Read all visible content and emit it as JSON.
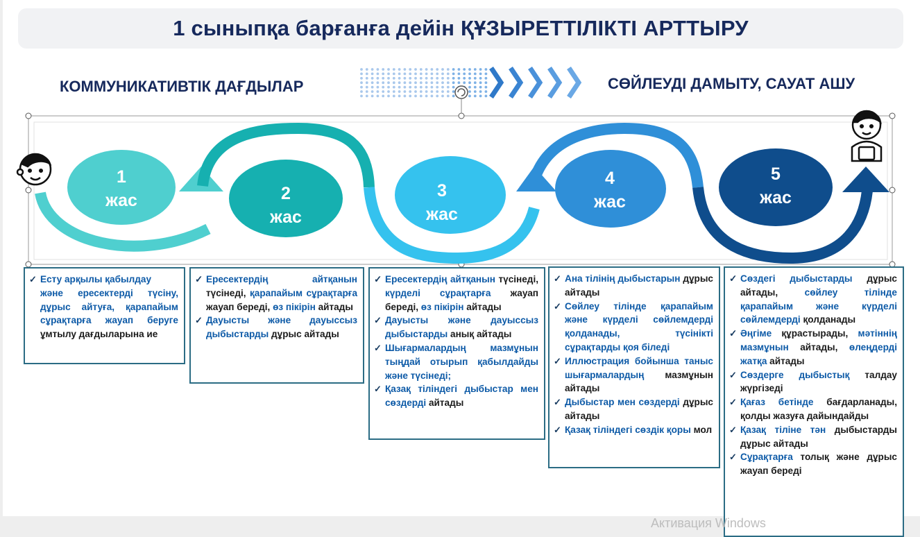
{
  "title": "1 сыныпқа барғанға дейін ҚҰЗЫРЕТТІЛІКТІ  АРТТЫРУ",
  "subheadings": {
    "left": "КОММУНИКАТИВТІК ДАҒДЫЛАР",
    "right": "СӨЙЛЕУДІ ДАМЫТУ, САУАТ АШУ"
  },
  "colors": {
    "circle1": "#4fcfcf",
    "circle2": "#16b0b0",
    "circle3": "#35c2ee",
    "circle4": "#2f8fd8",
    "circle5": "#0f4d8c",
    "title_text": "#16295c",
    "card_border": "#2b6c84",
    "item_text": "#0d5aa7"
  },
  "icons": {
    "left": "boy-face-icon",
    "right": "schoolboy-icon",
    "arrows": "chevron-right-icon"
  },
  "stages": [
    {
      "num": "1",
      "unit": "жас"
    },
    {
      "num": "2",
      "unit": "жас"
    },
    {
      "num": "3",
      "unit": "жас"
    },
    {
      "num": "4",
      "unit": "жас"
    },
    {
      "num": "5",
      "unit": "жас"
    }
  ],
  "cards": [
    {
      "items": [
        {
          "blue": "Есту арқылы қабылдау ",
          "dark": ""
        },
        {
          "blue": "және ересектерді түсіну, дұрыс айтуға, қарапайым сұрақтарға жауап беруге ",
          "dark": "ұмтылу дағдыларына ие"
        }
      ]
    },
    {
      "items": [
        {
          "blue": "Ересектердің айтқанын ",
          "dark": "түсінеді, "
        },
        {
          "blue": "қарапайым сұрақтарға ",
          "dark": "жауап береді, "
        },
        {
          "blue": "өз пікірін ",
          "dark": "айтады"
        },
        {
          "blue": "Дауысты және дауыссыз дыбыстарды ",
          "dark": "дұрыс айтады"
        }
      ]
    },
    {
      "items": [
        {
          "blue": "Ересектердің айтқанын ",
          "dark": "түсінеді, "
        },
        {
          "blue": "күрделі сұрақтарға ",
          "dark": "жауап береді, "
        },
        {
          "blue": "өз пікірін ",
          "dark": "айтады"
        },
        {
          "blue": "Дауысты және дауыссыз дыбыстарды ",
          "dark": "анық айтады"
        },
        {
          "blue": "Шығармалардың мазмұнын тыңдай отырып қабылдайды және түсінеді;",
          "dark": ""
        },
        {
          "blue": "Қазақ тіліндегі дыбыстар мен сөздерді ",
          "dark": "айтады"
        }
      ]
    },
    {
      "items": [
        {
          "blue": "Ана тілінің дыбыстарын ",
          "dark": "дұрыс айтады"
        },
        {
          "blue": "Сөйлеу тілінде қарапайым және күрделі сөйлемдерді қолданады, түсінікті сұрақтарды қоя біледі",
          "dark": ""
        },
        {
          "blue": "Иллюстрация бойынша таныс шығармалардың ",
          "dark": "мазмұнын айтады"
        },
        {
          "blue": "Дыбыстар мен сөздерді ",
          "dark": "дұрыс айтады"
        },
        {
          "blue": "Қазақ тіліндегі сөздік қоры ",
          "dark": "мол"
        }
      ]
    },
    {
      "items": [
        {
          "blue": "Сөздегі дыбыстарды ",
          "dark": "дұрыс айтады, "
        },
        {
          "blue": "сөйлеу тілінде қарапайым және күрделі сөйлемдерді ",
          "dark": "қолданады"
        },
        {
          "blue": "Әңгіме ",
          "dark": "құрастырады, "
        },
        {
          "blue": "мәтіннің мазмұнын ",
          "dark": "айтады, "
        },
        {
          "blue": "өлеңдерді жатқа ",
          "dark": "айтады"
        },
        {
          "blue": "Сөздерге дыбыстық ",
          "dark": "талдау жүргізеді"
        },
        {
          "blue": "Қағаз бетінде ",
          "dark": "бағдарланады, қолды жазуға дайындайды"
        },
        {
          "blue": "Қазақ тіліне тән ",
          "dark": "дыбыстарды дұрыс айтады"
        },
        {
          "blue": "Сұрақтарға ",
          "dark": "толық және дұрыс жауап береді"
        }
      ]
    }
  ],
  "watermark": "Активация Windows"
}
